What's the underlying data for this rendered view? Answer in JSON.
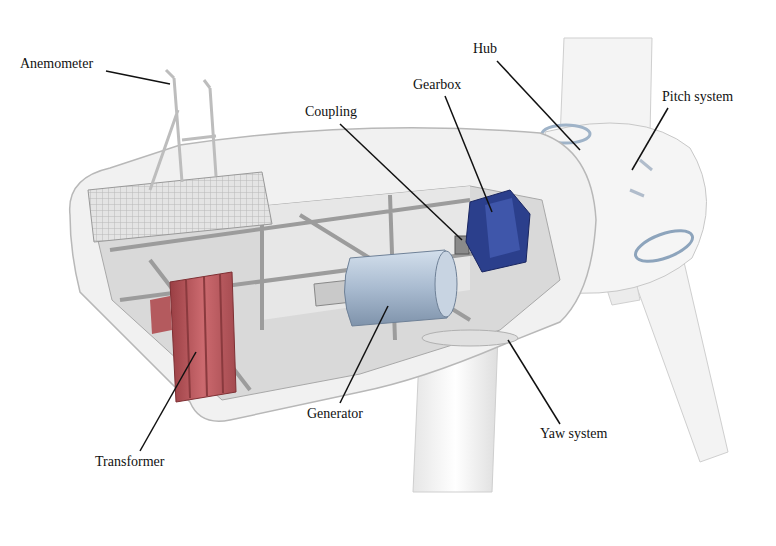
{
  "diagram": {
    "labels": [
      "Anemometer",
      "Coupling",
      "Gearbox",
      "Hub",
      "Pitch system",
      "Generator",
      "Transformer",
      "Yaw system"
    ]
  }
}
